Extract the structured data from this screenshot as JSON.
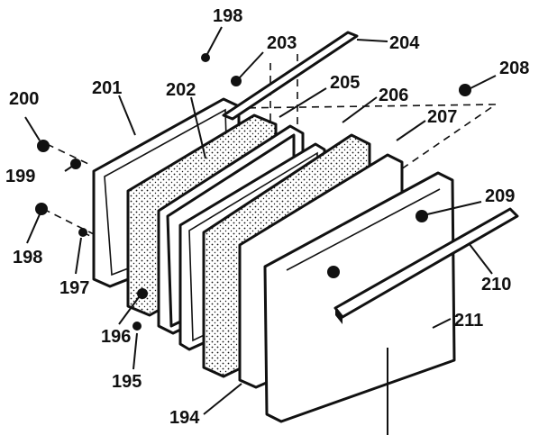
{
  "parts": [
    {
      "id": "p194",
      "number": "194"
    },
    {
      "id": "p195",
      "number": "195"
    },
    {
      "id": "p196",
      "number": "196"
    },
    {
      "id": "p197",
      "number": "197"
    },
    {
      "id": "p198a",
      "number": "198"
    },
    {
      "id": "p198b",
      "number": "198"
    },
    {
      "id": "p199",
      "number": "199"
    },
    {
      "id": "p200",
      "number": "200"
    },
    {
      "id": "p201",
      "number": "201"
    },
    {
      "id": "p202",
      "number": "202"
    },
    {
      "id": "p203",
      "number": "203"
    },
    {
      "id": "p204",
      "number": "204"
    },
    {
      "id": "p205",
      "number": "205"
    },
    {
      "id": "p206",
      "number": "206"
    },
    {
      "id": "p207",
      "number": "207"
    },
    {
      "id": "p208",
      "number": "208"
    },
    {
      "id": "p209",
      "number": "209"
    },
    {
      "id": "p210",
      "number": "210"
    },
    {
      "id": "p211",
      "number": "211"
    }
  ]
}
